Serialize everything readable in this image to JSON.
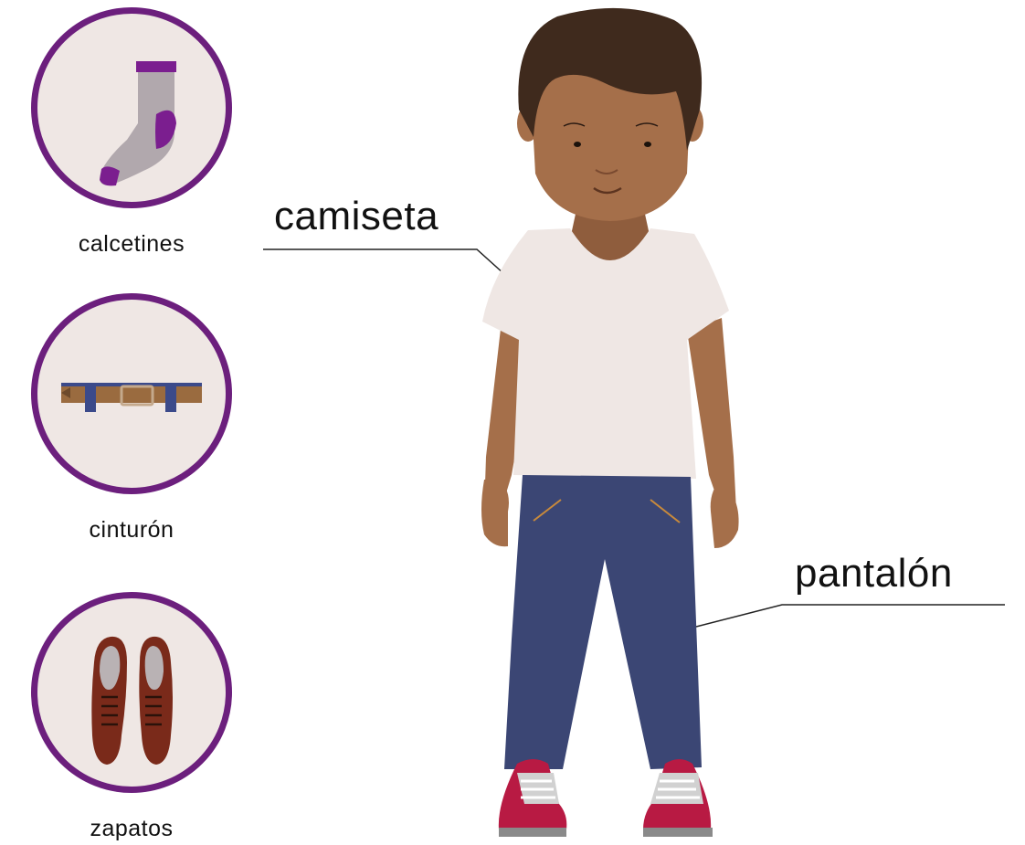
{
  "items": [
    {
      "label": "calcetines",
      "icon": "sock-icon"
    },
    {
      "label": "cinturón",
      "icon": "belt-icon"
    },
    {
      "label": "zapatos",
      "icon": "shoes-icon"
    }
  ],
  "callouts": {
    "shirt": "camiseta",
    "pants": "pantalón"
  },
  "colors": {
    "ring": "#6c1f7d",
    "badge_fill": "#efe7e4",
    "skin": "#a56f4a",
    "hair": "#3f2a1d",
    "shirt": "#efe7e4",
    "pants": "#3b4674",
    "shoes": "#b81a43"
  }
}
